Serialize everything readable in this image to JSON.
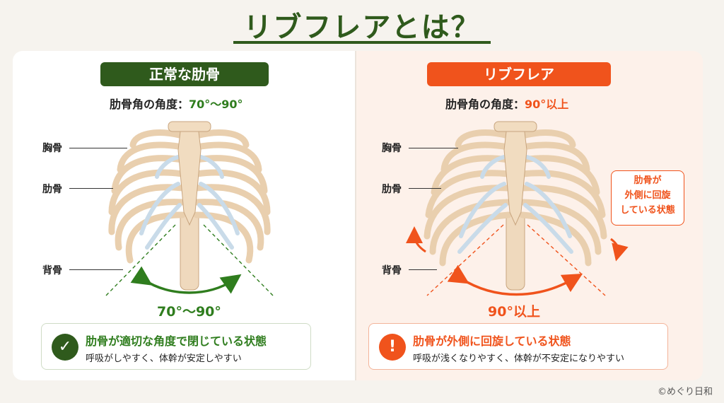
{
  "title": "リブフレアとは？",
  "colors": {
    "green": "#2f5a1c",
    "orange": "#f0531c"
  },
  "left": {
    "heading": "正常な肋骨",
    "angle_label": "肋骨角の角度：",
    "angle_value": "70°〜90°",
    "labels": {
      "sternum": "胸骨",
      "ribs": "肋骨",
      "spine": "背骨"
    },
    "angle_big": "70°〜90°",
    "info_icon": "check-icon",
    "info_title": "肋骨が適切な角度で閉じている状態",
    "info_sub": "呼吸がしやすく、体幹が安定しやすい"
  },
  "right": {
    "heading": "リブフレア",
    "angle_label": "肋骨角の角度：",
    "angle_value": "90°以上",
    "labels": {
      "sternum": "胸骨",
      "ribs": "肋骨",
      "spine": "背骨"
    },
    "callout": [
      "肋骨が",
      "外側に回旋",
      "している状態"
    ],
    "angle_big": "90°以上",
    "info_icon": "exclamation-icon",
    "info_title": "肋骨が外側に回旋している状態",
    "info_sub": "呼吸が浅くなりやすく、体幹が不安定になりやすい"
  },
  "copyright": "©めぐり日和"
}
